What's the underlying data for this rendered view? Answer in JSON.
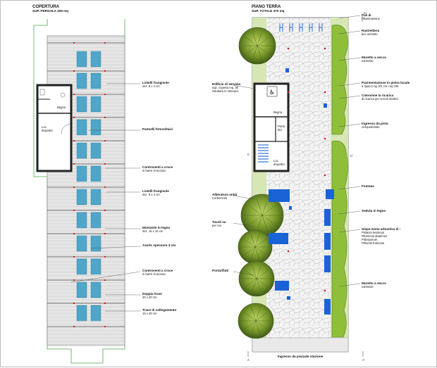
{
  "left": {
    "title": "COPERTURA",
    "subtitle": "SUP. PERGOLA 209 mq",
    "room_bath": "Bagno",
    "room_storage_line1": "Loc.",
    "room_storage_line2": "deposito",
    "callouts": [
      {
        "l1": "Listelli frangisole",
        "l2": "sez. 6 x 4 cm"
      },
      {
        "l1": "Pannelli fotovoltaici",
        "l2": ""
      },
      {
        "l1": "Controventi a croce",
        "l2": "in barre di acciaio"
      },
      {
        "l1": "Listelli frangisole",
        "l2": "sez. 6 x 4 cm"
      },
      {
        "l1": "Montante in legno",
        "l2": "sez. 15 x 15 cm"
      },
      {
        "l1": "Assito spessore 3 cm",
        "l2": ""
      },
      {
        "l1": "Controventi a croce",
        "l2": "in barre di acciaio"
      },
      {
        "l1": "Doppia trave",
        "l2": "30 x 20 cm"
      },
      {
        "l1": "Trave di collegamento",
        "l2": "15 x 30 cm"
      }
    ]
  },
  "right": {
    "title": "PIANO TERRA",
    "subtitle": "SUP. TOTALE 370 mq",
    "section_top": "A'",
    "section_bottom_left": "A",
    "section_bottom_right": "A'",
    "section_mid_left": "C",
    "section_mid_right": "C'",
    "room_bath": "Bagno",
    "room_porter_line1": "Porta",
    "room_porter_line2": "bici",
    "room_storage_line1": "Loc.",
    "room_storage_line2": "deposito",
    "bottom_label": "Ingresso da piazzale stazione",
    "left_notes": [
      {
        "l1": "Edificio di servizio",
        "l2": "sup. coperta mq. 36",
        "l3": "Struttura in intonaco"
      },
      {
        "l1": "Alberatura unità",
        "l2": "Corbezzolo",
        "l3": ""
      },
      {
        "l1": "Tavoli su",
        "l2": "per noi",
        "l3": ""
      },
      {
        "l1": "Portarifiuti",
        "l2": "",
        "l3": ""
      }
    ],
    "right_notes": [
      {
        "l1": "Pali di",
        "l2": "l'illuminazione",
        "l3": "",
        "l4": ""
      },
      {
        "l1": "Rastrelliera",
        "l2": "bici archetto",
        "l3": "",
        "l4": ""
      },
      {
        "l1": "Muretto a secco",
        "l2": "esistente",
        "l3": "",
        "l4": ""
      },
      {
        "l1": "Pavimentazione in pietra locale",
        "l2": "a spacco sp.3/4 cm; mq 235",
        "l3": "",
        "l4": ""
      },
      {
        "l1": "Colonnine la ricarica",
        "l2": "di ricarica per veicoli elettrici",
        "l3": "",
        "l4": ""
      },
      {
        "l1": "Ingresso da pista",
        "l2": "ciclopedonale",
        "l3": "",
        "l4": ""
      },
      {
        "l1": "Fontana",
        "l2": "",
        "l3": "",
        "l4": ""
      },
      {
        "l1": "Seduta in legno",
        "l2": "",
        "l3": "",
        "l4": ""
      },
      {
        "l1": "Siepe mista arbustiva di :",
        "l2": "Pistacia lentiscus",
        "l3": "Rhamnus alaternus",
        "l4": "Pittosporum",
        "l5": "Phlomis fruticosa"
      },
      {
        "l1": "Muretto a secco",
        "l2": "esistente",
        "l3": "",
        "l4": ""
      }
    ]
  },
  "colors": {
    "panel": "#4fa6c8",
    "blue_element": "#1a63d6",
    "tree_green": "#7a9a2c",
    "hedge_green": "#8fbf3a",
    "grass": "#d6e6b4",
    "red_marker": "#d02020"
  }
}
